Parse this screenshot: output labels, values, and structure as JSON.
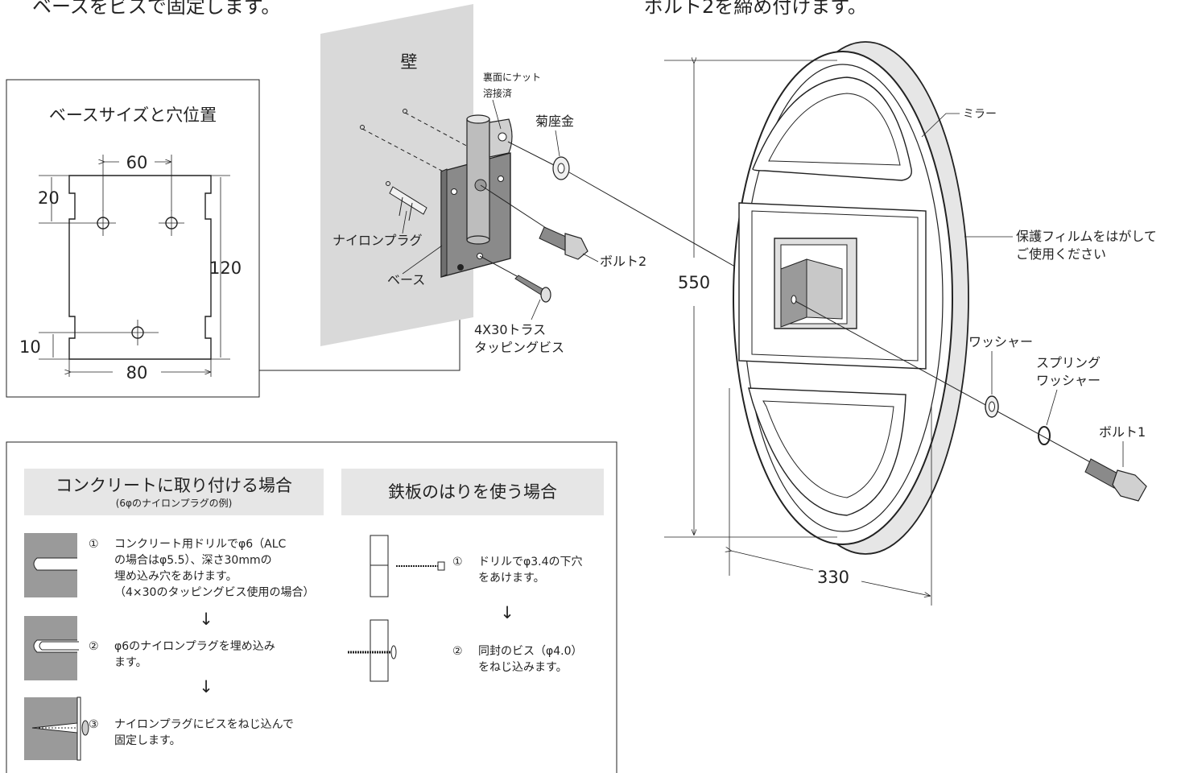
{
  "headings": {
    "left": "ベースをビスで固定します。",
    "right": "ボルト2を締め付けます。"
  },
  "base_box": {
    "title": "ベースサイズと穴位置",
    "dim_60": "60",
    "dim_20": "20",
    "dim_120": "120",
    "dim_10": "10",
    "dim_80": "80"
  },
  "wall": {
    "label": "壁",
    "nut_note_1": "裏面にナット",
    "nut_note_2": "溶接済",
    "kikuza": "菊座金",
    "nylon_plug": "ナイロンプラグ",
    "base": "ベース",
    "bolt2": "ボルト2",
    "screw_1": "4X30トラス",
    "screw_2": "タッピングビス"
  },
  "mirror": {
    "label": "ミラー",
    "film_1": "保護フィルムをはがして",
    "film_2": "ご使用ください",
    "dim_550": "550",
    "dim_330": "330",
    "washer": "ワッシャー",
    "spring_1": "スプリング",
    "spring_2": "ワッシャー",
    "bolt1": "ボルト1"
  },
  "concrete": {
    "title": "コンクリートに取り付ける場合",
    "subtitle": "(6φのナイロンプラグの例)",
    "step1_num": "①",
    "step1_l1": "コンクリート用ドリルでφ6（ALC",
    "step1_l2": "の場合はφ5.5）、深さ30mmの",
    "step1_l3": "埋め込み穴をあけます。",
    "step1_l4": "（4×30のタッピングビス使用の場合）",
    "step2_num": "②",
    "step2_l1": "φ6のナイロンプラグを埋め込み",
    "step2_l2": "ます。",
    "step3_num": "③",
    "step3_l1": "ナイロンプラグにビスをねじ込んで",
    "step3_l2": "固定します。"
  },
  "steel": {
    "title": "鉄板のはりを使う場合",
    "step1_num": "①",
    "step1_l1": "ドリルでφ3.4の下穴",
    "step1_l2": "をあけます。",
    "step2_num": "②",
    "step2_l1": "同封のビス（φ4.0）",
    "step2_l2": "をねじ込みます。"
  },
  "arrow_glyph": "↓"
}
